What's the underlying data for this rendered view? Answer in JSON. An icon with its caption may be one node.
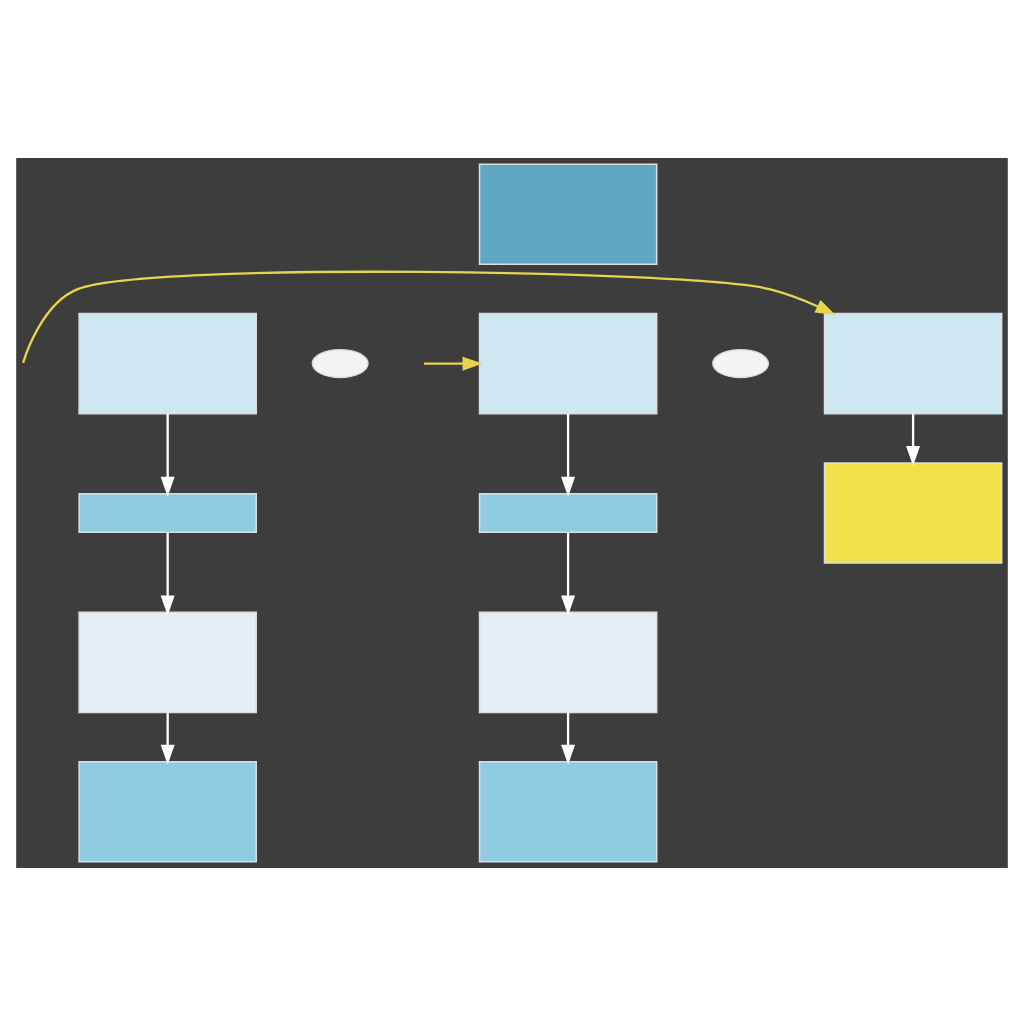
{
  "diagram": {
    "nodes": [
      {
        "text": [],
        "shape": "box"
      },
      {
        "text": [],
        "shape": "box"
      },
      {
        "text": [],
        "shape": "bar"
      },
      {
        "text": [],
        "shape": "box"
      },
      {
        "text": [],
        "shape": "box"
      },
      {
        "text": [],
        "shape": "box"
      },
      {
        "text": [],
        "shape": "bar"
      },
      {
        "text": [],
        "shape": "box"
      },
      {
        "text": [],
        "shape": "box"
      },
      {
        "text": [],
        "shape": "box"
      },
      {
        "text": [],
        "shape": "box"
      },
      {
        "text": [],
        "shape": "ellipse"
      },
      {
        "text": [],
        "shape": "ellipse"
      }
    ],
    "edges": [
      {
        "from": 1,
        "to": 2,
        "arrow": "to"
      },
      {
        "from": 2,
        "to": 3,
        "arrow": "to"
      },
      {
        "from": 3,
        "to": 4,
        "arrow": "to"
      },
      {
        "from": 5,
        "to": 6,
        "arrow": "to"
      },
      {
        "from": 6,
        "to": 7,
        "arrow": "to"
      },
      {
        "from": 7,
        "to": 8,
        "arrow": "to"
      },
      {
        "from": 9,
        "to": 10,
        "arrow": "to"
      },
      {
        "from": null,
        "to": 5,
        "arrow": "to",
        "color": "#e8d44d"
      },
      {
        "from": null,
        "to": 9,
        "arrow": "to",
        "color": "#e8d44d"
      }
    ]
  }
}
